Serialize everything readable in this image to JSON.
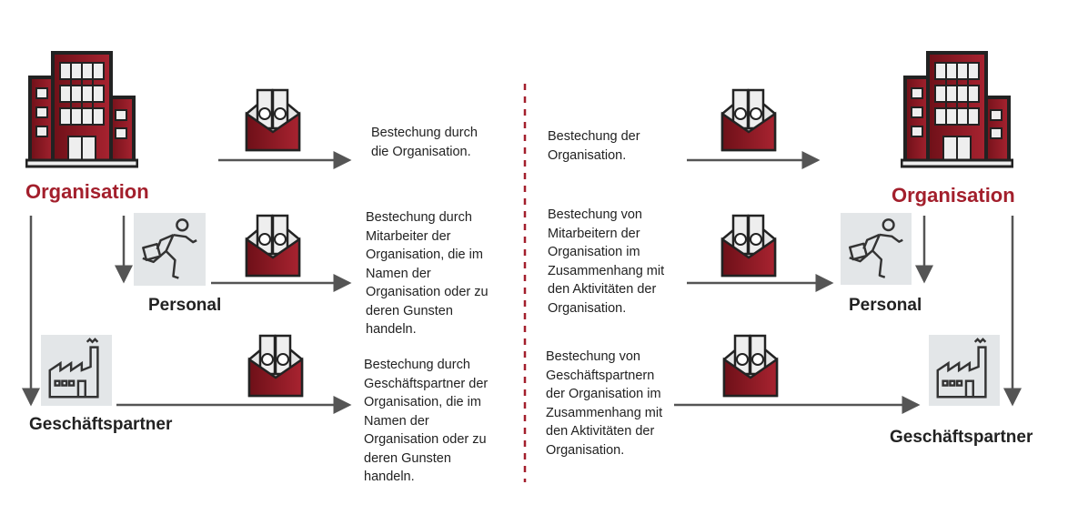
{
  "colors": {
    "accent": "#a31f2c",
    "dark": "#222222",
    "arrow": "#555555",
    "icon_bg": "#e3e6e8"
  },
  "left": {
    "organisation": "Organisation",
    "personal": "Personal",
    "partner": "Geschäftspartner",
    "texts": [
      "Bestechung durch\ndie Organisation.",
      "Bestechung durch\nMitarbeiter der\nOrganisation, die im\nNamen der\nOrganisation oder zu\nderen Gunsten\nhandeln.",
      "Bestechung durch\nGeschäftspartner der\nOrganisation, die im\nNamen der\nOrganisation oder zu\nderen Gunsten\nhandeln."
    ]
  },
  "right": {
    "organisation": "Organisation",
    "personal": "Personal",
    "partner": "Geschäftspartner",
    "texts": [
      "Bestechung der\nOrganisation.",
      "Bestechung von\nMitarbeitern der\nOrganisation im\nZusammenhang mit\nden Aktivitäten der\nOrganisation.",
      "Bestechung von\nGeschäftspartnern\nder Organisation im\nZusammenhang mit\nden Aktivitäten der\nOrganisation."
    ]
  },
  "icons": [
    "building-icon",
    "running-person-icon",
    "factory-icon",
    "money-envelope-icon",
    "arrow-icon"
  ]
}
